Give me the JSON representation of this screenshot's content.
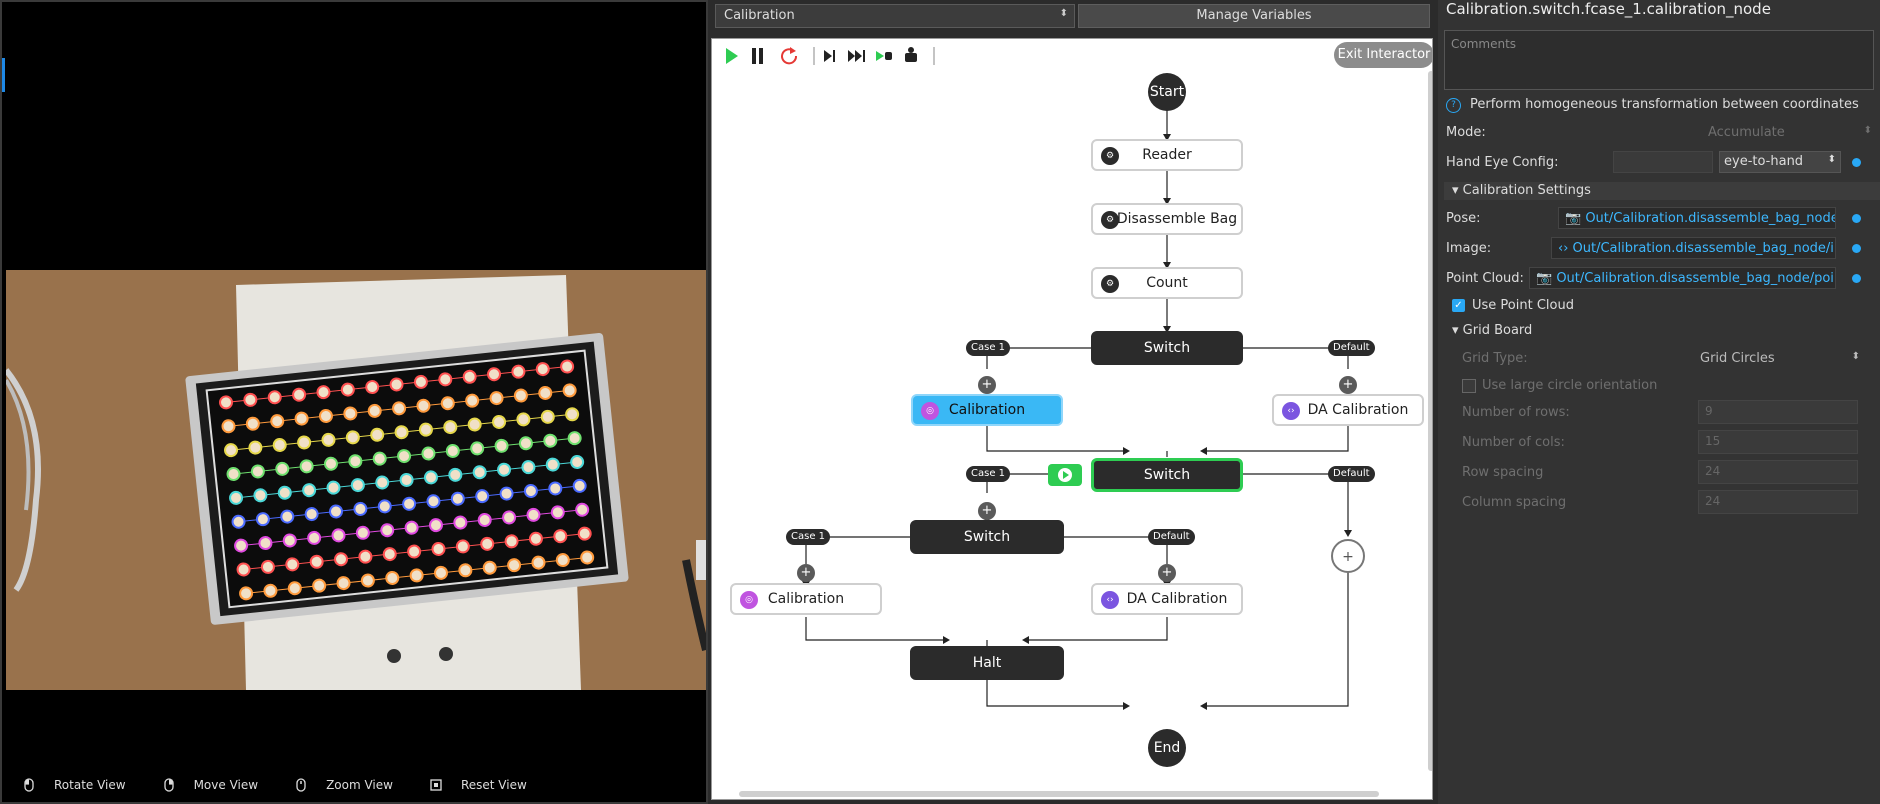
{
  "viewer": {
    "toolbar": [
      {
        "label": "Rotate View",
        "icon": "mouse-left-icon"
      },
      {
        "label": "Move View",
        "icon": "mouse-right-icon"
      },
      {
        "label": "Zoom View",
        "icon": "mouse-wheel-icon"
      },
      {
        "label": "Reset View",
        "icon": "reset-view-icon"
      }
    ]
  },
  "flow": {
    "project_select": "Calibration",
    "manage_variables": "Manage Variables",
    "exit_interactor": "Exit Interactor",
    "nodes": {
      "start": "Start",
      "reader": "Reader",
      "disassemble_bag": "Disassemble Bag",
      "count": "Count",
      "switch1": "Switch",
      "calibration1": "Calibration",
      "da_calibration1": "DA Calibration",
      "switch2": "Switch",
      "switch3": "Switch",
      "calibration2": "Calibration",
      "da_calibration2": "DA Calibration",
      "halt": "Halt",
      "end": "End"
    },
    "tags": {
      "case1": "Case 1",
      "default": "Default"
    },
    "plus": "+"
  },
  "panel": {
    "title": "Calibration.switch.fcase_1.calibration_node",
    "comments_placeholder": "Comments",
    "description": "Perform homogeneous transformation between coordinates",
    "mode_label": "Mode:",
    "mode_value": "Accumulate",
    "hand_eye_label": "Hand Eye Config:",
    "hand_eye_value": "eye-to-hand",
    "calib_settings": "Calibration Settings",
    "pose_label": "Pose:",
    "pose_value": "Out/Calibration.disassemble_bag_node/pose",
    "image_label": "Image:",
    "image_value": "Out/Calibration.disassemble_bag_node/image",
    "pc_label": "Point Cloud:",
    "pc_value": "Out/Calibration.disassemble_bag_node/pointCloud",
    "use_pc": "Use Point Cloud",
    "grid_board": "Grid Board",
    "grid_type_label": "Grid Type:",
    "grid_type_value": "Grid Circles",
    "large_circle": "Use large circle orientation",
    "rows_label": "Number of rows:",
    "rows_value": "9",
    "cols_label": "Number of cols:",
    "cols_value": "15",
    "row_spacing_label": "Row spacing",
    "row_spacing_value": "24",
    "col_spacing_label": "Column spacing",
    "col_spacing_value": "24"
  },
  "colors": {
    "accent": "#29a8f5",
    "active": "#2ecc52",
    "selected": "#3ab8f5"
  }
}
